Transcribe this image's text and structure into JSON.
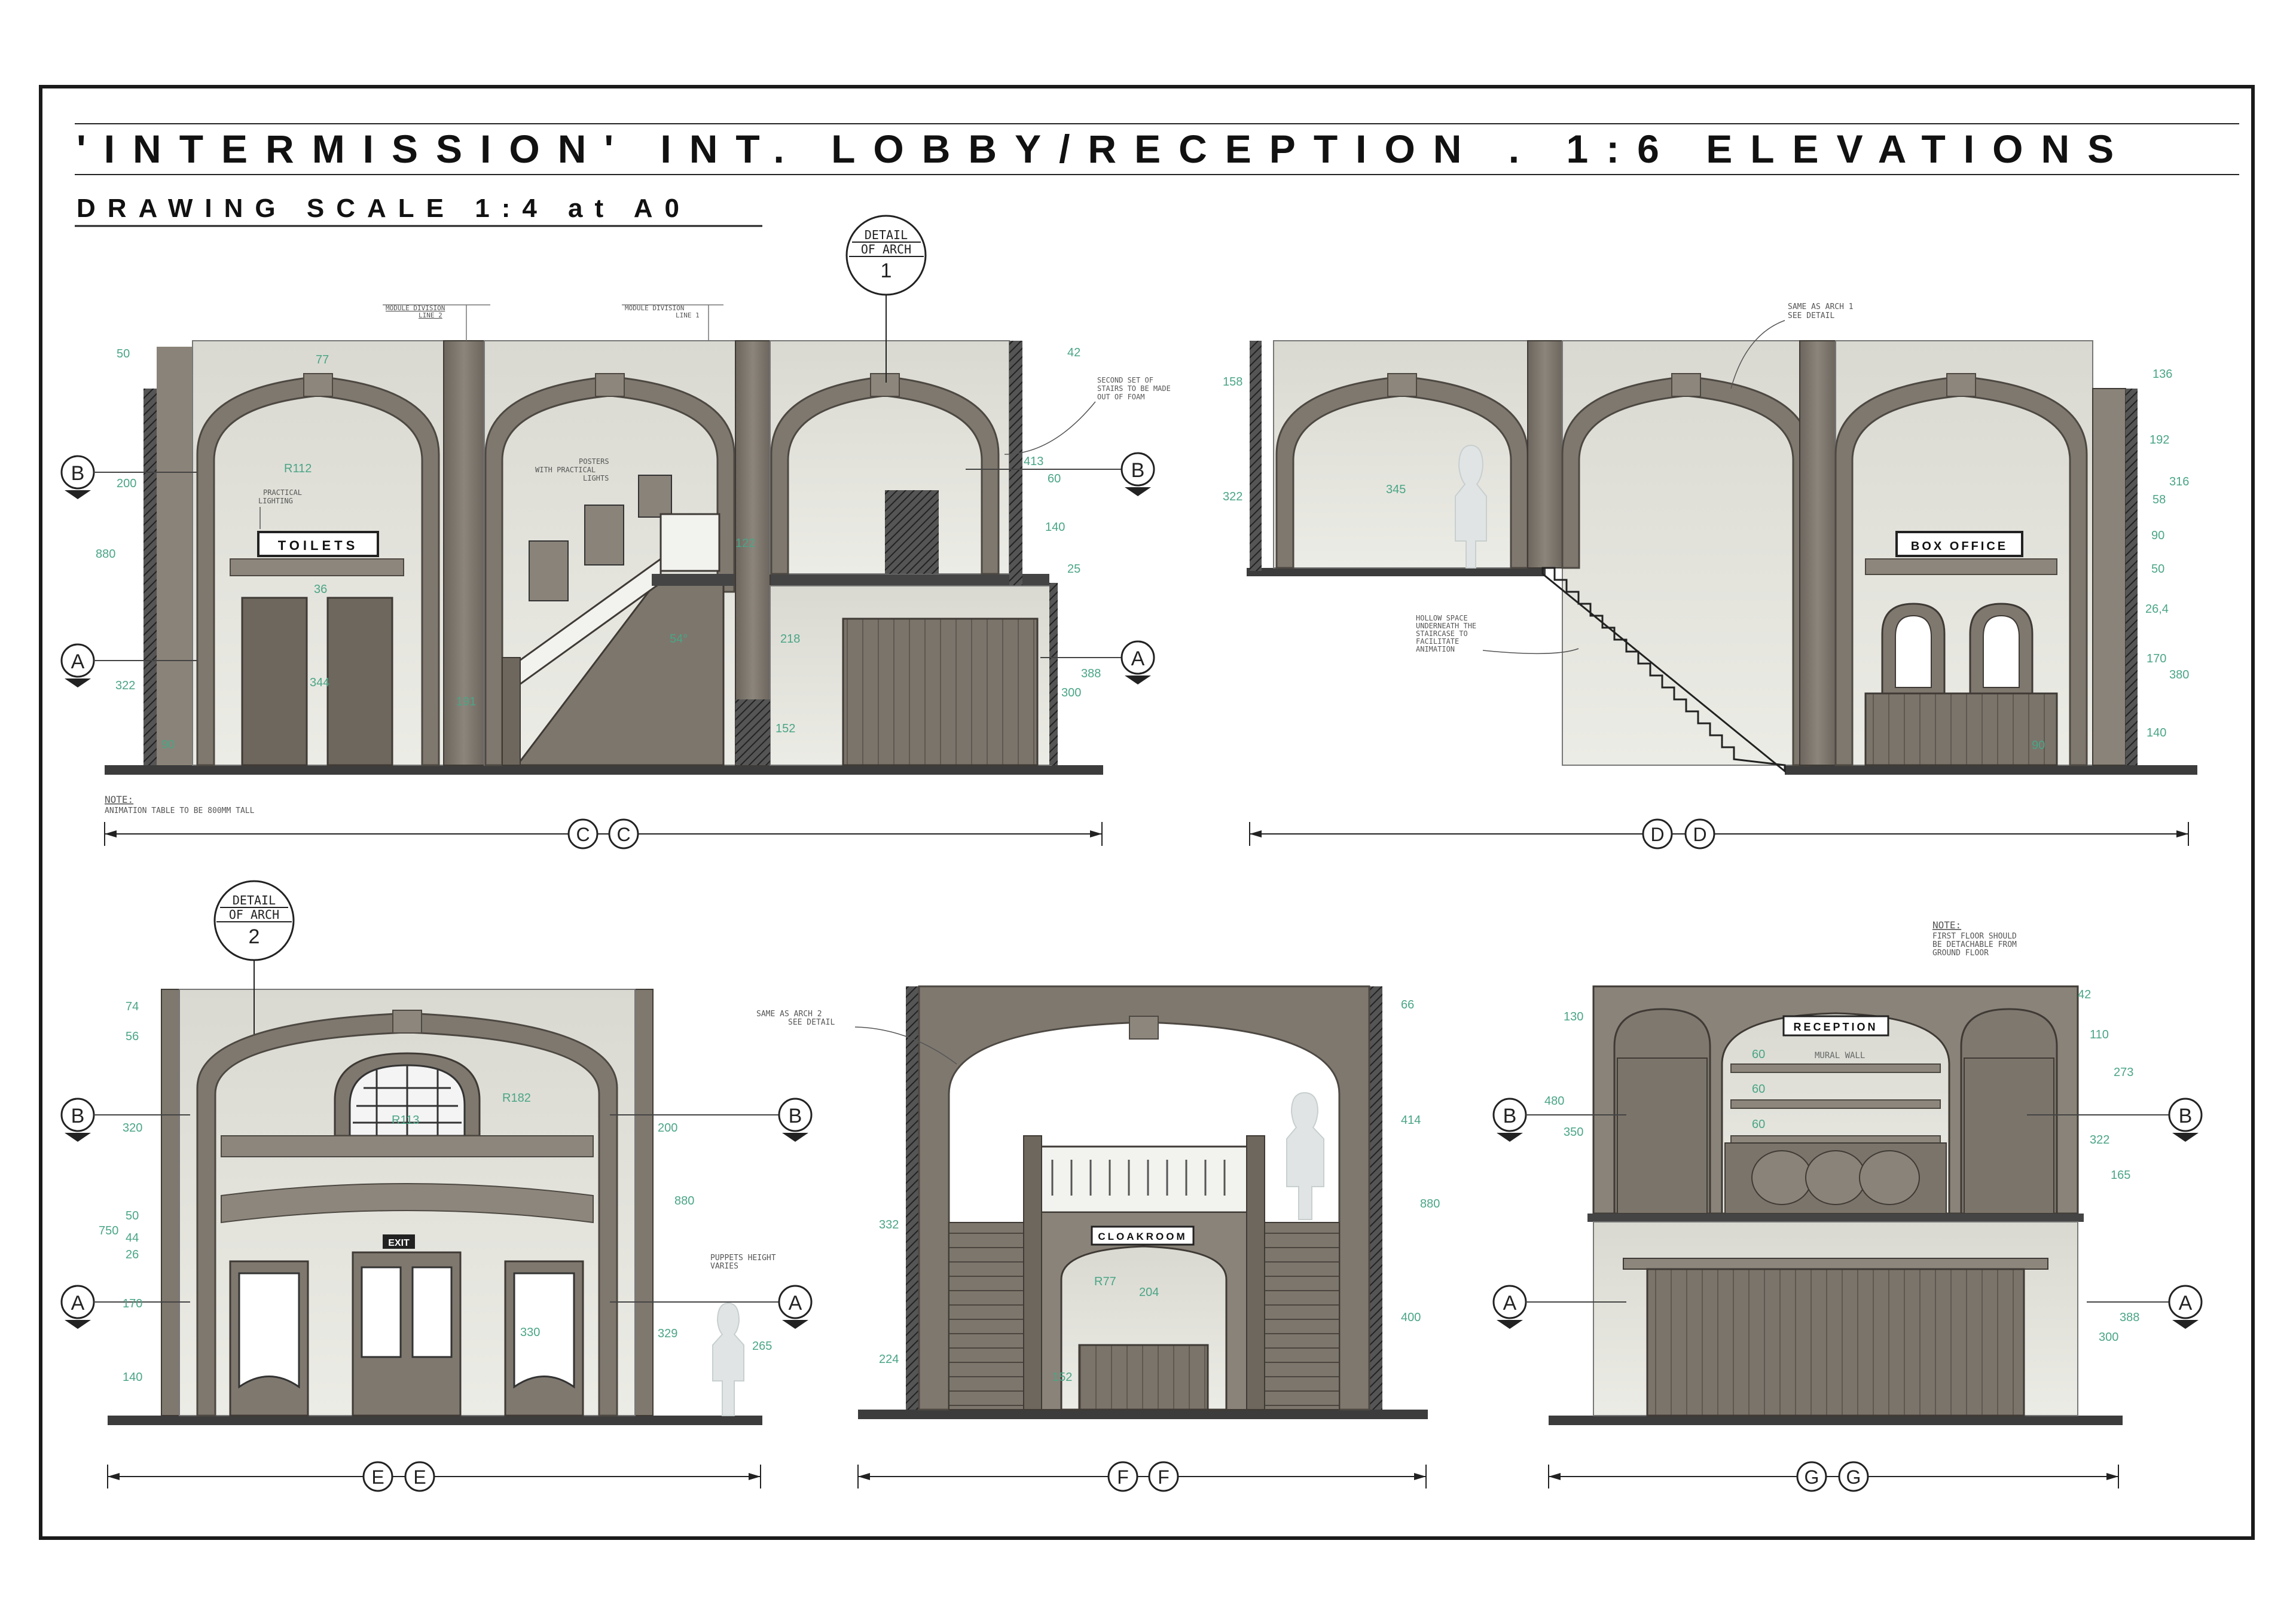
{
  "title": "'INTERMISSION' INT. LOBBY/RECEPTION . 1:6 ELEVATIONS",
  "subtitle": "DRAWING SCALE 1:4 at A0",
  "detail_1": {
    "line1": "DETAIL",
    "line2": "OF ARCH",
    "num": "1"
  },
  "detail_2": {
    "line1": "DETAIL",
    "line2": "OF ARCH",
    "num": "2"
  },
  "section_marks": {
    "A": "A",
    "B": "B"
  },
  "signs": {
    "toilets": "TOILETS",
    "box_office": "BOX OFFICE",
    "cloakroom": "CLOAKROOM",
    "reception": "RECEPTION",
    "exit": "EXIT"
  },
  "elevation_labels": {
    "cc": "C",
    "dd": "D",
    "ee": "E",
    "ff": "F",
    "gg": "G"
  },
  "notes": {
    "module_division_2": [
      "MODULE DIVISION",
      "LINE 2"
    ],
    "module_division_1": [
      "MODULE DIVISION",
      "LINE 1"
    ],
    "practical_lighting": [
      "PRACTICAL",
      "LIGHTING"
    ],
    "posters": [
      "POSTERS",
      "WITH PRACTICAL",
      "LIGHTS"
    ],
    "second_stairs": [
      "SECOND SET OF",
      "STAIRS TO BE MADE",
      "OUT OF FOAM"
    ],
    "cc_note_head": "NOTE:",
    "cc_note_body": "ANIMATION TABLE TO BE 800MM TALL",
    "same_as_arch_1": [
      "SAME AS ARCH 1",
      "SEE DETAIL"
    ],
    "hollow_space": [
      "HOLLOW SPACE",
      "UNDERNEATH THE",
      "STAIRCASE TO",
      "FACILITATE",
      "ANIMATION"
    ],
    "same_as_arch_2": [
      "SAME AS ARCH 2",
      "SEE DETAIL"
    ],
    "puppets_height": [
      "PUPPETS HEIGHT",
      "VARIES"
    ],
    "gg_note_head": "NOTE:",
    "gg_note_body": [
      "FIRST FLOOR SHOULD",
      "BE DETACHABLE FROM",
      "GROUND FLOOR"
    ],
    "mural_wall": "MURAL WALL"
  },
  "dims": {
    "cc": {
      "d50": "50",
      "d77": "77",
      "d200": "200",
      "r112": "R112",
      "d880": "880",
      "d36": "36",
      "d322": "322",
      "d344": "344",
      "d90": "90",
      "d191": "191",
      "d54": "54°",
      "d122": "122",
      "d218": "218",
      "d152": "152",
      "d42": "42",
      "d413": "413",
      "d60": "60",
      "d140": "140",
      "d25": "25",
      "d388": "388",
      "d300": "300"
    },
    "dd": {
      "d158": "158",
      "d322": "322",
      "d345": "345",
      "d136": "136",
      "d192": "192",
      "d316": "316",
      "d58": "58",
      "d90a": "90",
      "d50": "50",
      "d264": "26,4",
      "d170": "170",
      "d380": "380",
      "d140": "140",
      "d90b": "90"
    },
    "ee": {
      "d74": "74",
      "d56": "56",
      "d320": "320",
      "r182": "R182",
      "r113": "R113",
      "d200": "200",
      "d880": "880",
      "d50": "50",
      "d750": "750",
      "d44": "44",
      "d26": "26",
      "d170": "170",
      "d330": "330",
      "d329": "329",
      "d265": "265",
      "d140": "140"
    },
    "ff": {
      "d66": "66",
      "d414": "414",
      "d880": "880",
      "d332": "332",
      "d204": "204",
      "r77": "R77",
      "d400": "400",
      "d224": "224",
      "d152": "152"
    },
    "gg": {
      "d130": "130",
      "d42": "42",
      "d110": "110",
      "d273": "273",
      "d480": "480",
      "d350": "350",
      "d60a": "60",
      "d60b": "60",
      "d60c": "60",
      "d322": "322",
      "d165": "165",
      "d388": "388",
      "d300": "300"
    }
  }
}
